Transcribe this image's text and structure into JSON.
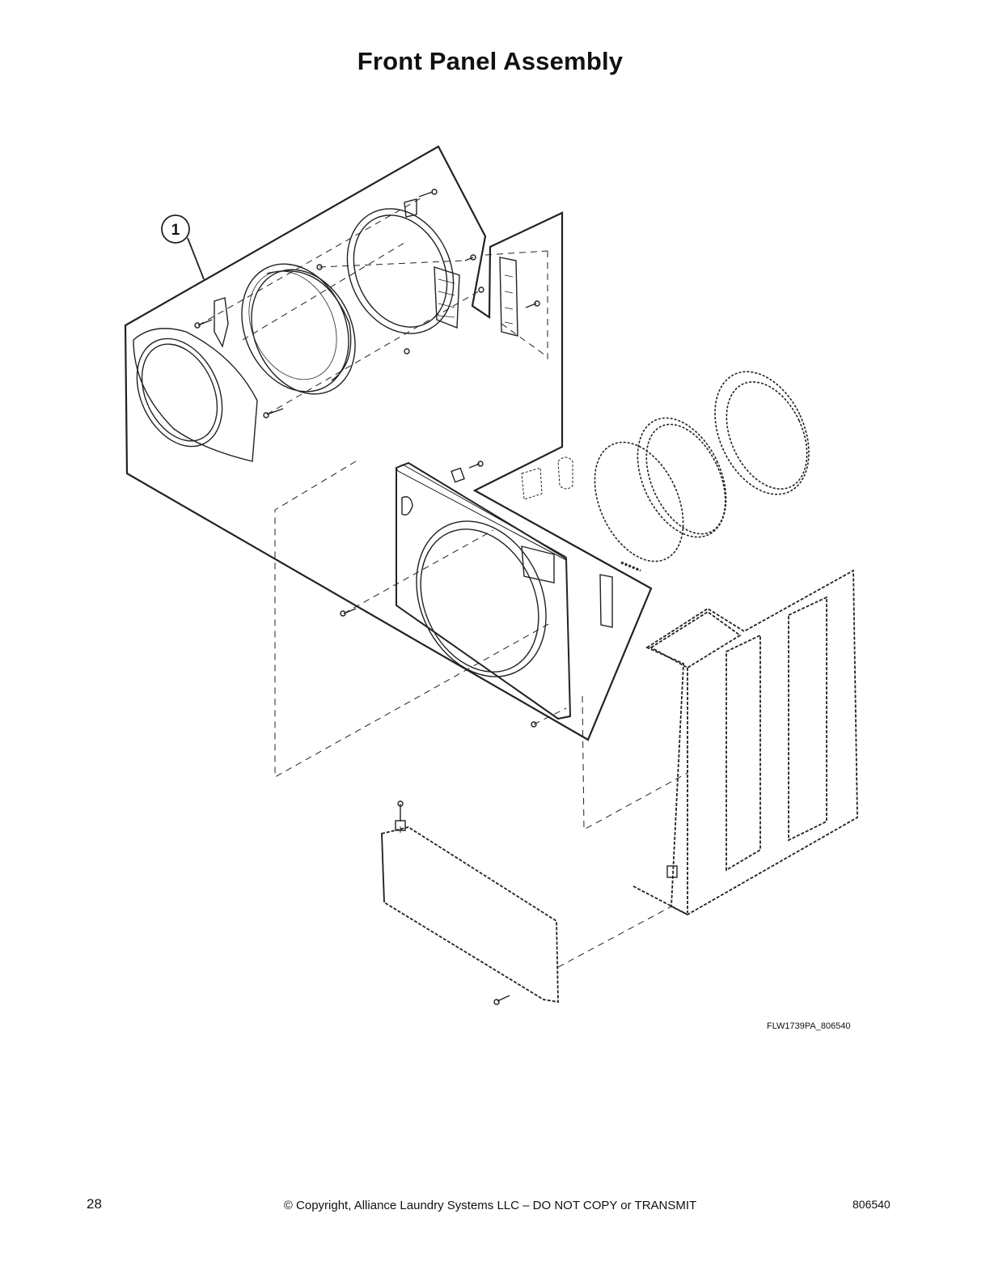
{
  "page": {
    "title": "Front Panel Assembly",
    "figure_id": "FLW1739PA_806540",
    "page_number": "28",
    "copyright": "© Copyright, Alliance Laundry Systems LLC – DO NOT COPY or TRANSMIT",
    "document_number": "806540"
  },
  "callouts": [
    {
      "label": "1"
    }
  ],
  "colors": {
    "line": "#222222",
    "background": "#ffffff"
  }
}
